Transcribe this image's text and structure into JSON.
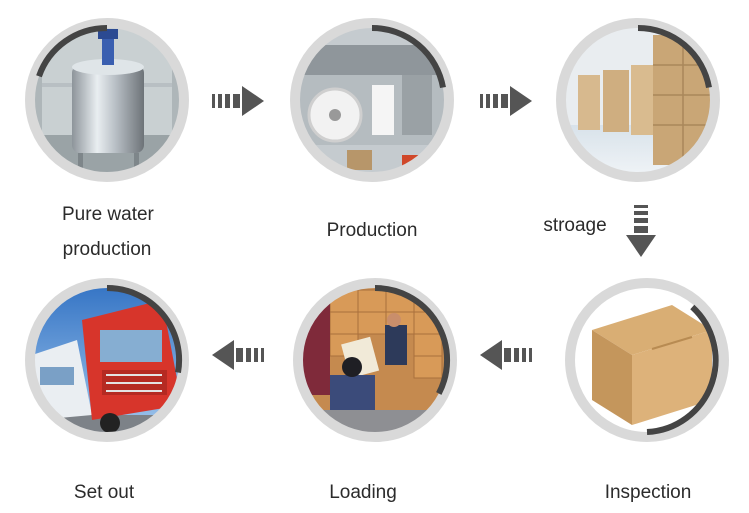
{
  "steps": [
    {
      "id": "pure-water",
      "label_line1": "Pure water",
      "label_line2": "production",
      "photo": "stainless-mixing-tank"
    },
    {
      "id": "production",
      "label": "Production",
      "photo": "production-machine"
    },
    {
      "id": "storage",
      "label": "stroage",
      "photo": "carton-warehouse"
    },
    {
      "id": "inspection",
      "label": "Inspection",
      "photo": "cardboard-box"
    },
    {
      "id": "loading",
      "label": "Loading",
      "photo": "workers-loading-cartons"
    },
    {
      "id": "set-out",
      "label": "Set out",
      "photo": "red-and-white-trucks"
    }
  ],
  "arrows": [
    "arrow-right-icon",
    "arrow-right-icon",
    "arrow-down-icon",
    "arrow-left-icon",
    "arrow-left-icon"
  ],
  "colors": {
    "ring_light": "#d9d9d9",
    "ring_dark": "#444444",
    "arrow": "#555555",
    "text": "#2b2b2b"
  }
}
